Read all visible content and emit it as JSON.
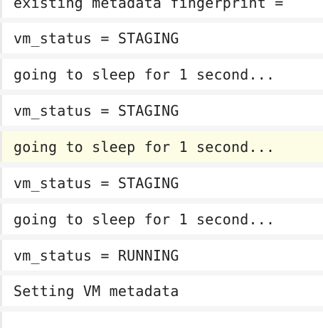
{
  "log": {
    "lines": [
      {
        "text": "existing metadata fingerprint = ",
        "highlighted": false
      },
      {
        "text": "vm_status = STAGING",
        "highlighted": false
      },
      {
        "text": "going to sleep for 1 second...",
        "highlighted": false
      },
      {
        "text": "vm_status = STAGING",
        "highlighted": false
      },
      {
        "text": "going to sleep for 1 second...",
        "highlighted": true
      },
      {
        "text": "vm_status = STAGING",
        "highlighted": false
      },
      {
        "text": "going to sleep for 1 second...",
        "highlighted": false
      },
      {
        "text": "vm_status = RUNNING",
        "highlighted": false
      },
      {
        "text": "Setting VM metadata",
        "highlighted": false
      },
      {
        "text": "",
        "highlighted": false
      }
    ]
  },
  "colors": {
    "row_background": "#ffffff",
    "highlight_background": "#fdfde6",
    "page_background": "#f5f5f5",
    "text": "#222222",
    "left_rule": "#e9e9e9"
  }
}
